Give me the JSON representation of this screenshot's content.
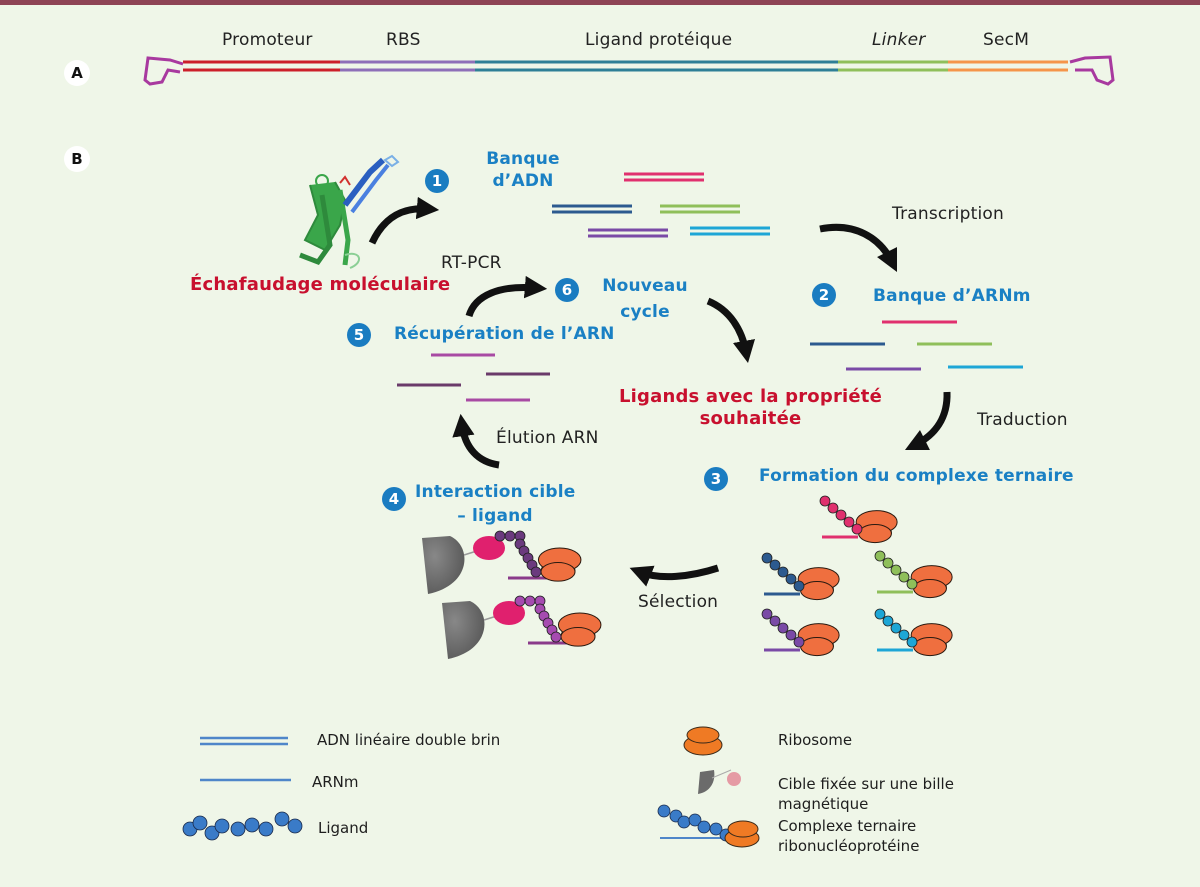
{
  "panel_a": {
    "badge": "A",
    "segments": [
      {
        "label": "Promoteur",
        "color": "#cc1f2a",
        "italic": false
      },
      {
        "label": "RBS",
        "color": "#8e6fb8",
        "italic": false
      },
      {
        "label": "Ligand protéique",
        "color": "#2e7f96",
        "italic": false
      },
      {
        "label": "Linker",
        "color": "#8fbf5a",
        "italic": true
      },
      {
        "label": "SecM",
        "color": "#f5954a",
        "italic": false
      }
    ],
    "end_cap_color": "#a8399f"
  },
  "panel_b": {
    "badge": "B",
    "scaffold_label": "Échafaudage moléculaire",
    "steps": [
      {
        "number": "1",
        "label_lines": [
          "Banque",
          "d’ADN"
        ]
      },
      {
        "number": "2",
        "label_lines": [
          "Banque d’ARNm"
        ]
      },
      {
        "number": "3",
        "label_lines": [
          "Formation du complexe ternaire"
        ]
      },
      {
        "number": "4",
        "label_lines": [
          "Interaction cible",
          "– ligand"
        ]
      },
      {
        "number": "5",
        "label_lines": [
          "Récupération de l’ARN"
        ]
      },
      {
        "number": "6",
        "label_lines": [
          "Nouveau",
          "cycle"
        ]
      }
    ],
    "arrow_labels": {
      "transcription": "Transcription",
      "traduction": "Traduction",
      "selection": "Sélection",
      "elution": "Élution ARN",
      "rtpcr": "RT-PCR"
    },
    "result_label_lines": [
      "Ligands avec la propriété",
      "souhaitée"
    ],
    "library_colors": [
      "#e0306e",
      "#2c5a8f",
      "#8fbf5a",
      "#7a4aa6",
      "#1da6d6"
    ],
    "recovered_rna_colors": [
      "#a84aa3",
      "#6a3a6a",
      "#6a3a6a",
      "#a84aa3"
    ]
  },
  "legend": {
    "items": [
      {
        "icon": "double-strand-dna-icon",
        "label_lines": [
          "ADN linéaire double brin"
        ]
      },
      {
        "icon": "mrna-icon",
        "label_lines": [
          "ARNm"
        ]
      },
      {
        "icon": "ligand-icon",
        "label_lines": [
          "Ligand"
        ]
      },
      {
        "icon": "ribosome-icon",
        "label_lines": [
          "Ribosome"
        ]
      },
      {
        "icon": "target-bead-icon",
        "label_lines": [
          "Cible fixée sur une bille",
          "magnétique"
        ]
      },
      {
        "icon": "ternary-complex-icon",
        "label_lines": [
          "Complexe ternaire",
          "ribonucléoprotéine"
        ]
      }
    ]
  },
  "colors": {
    "background": "#eff6e8",
    "top_bar": "#8e4455",
    "step_blue": "#1a80c4",
    "result_red": "#c8102e",
    "ribosome": "#ef6f3f",
    "target_gray": "#6b6b6b",
    "target_ligand_pink": "#e0206e"
  }
}
